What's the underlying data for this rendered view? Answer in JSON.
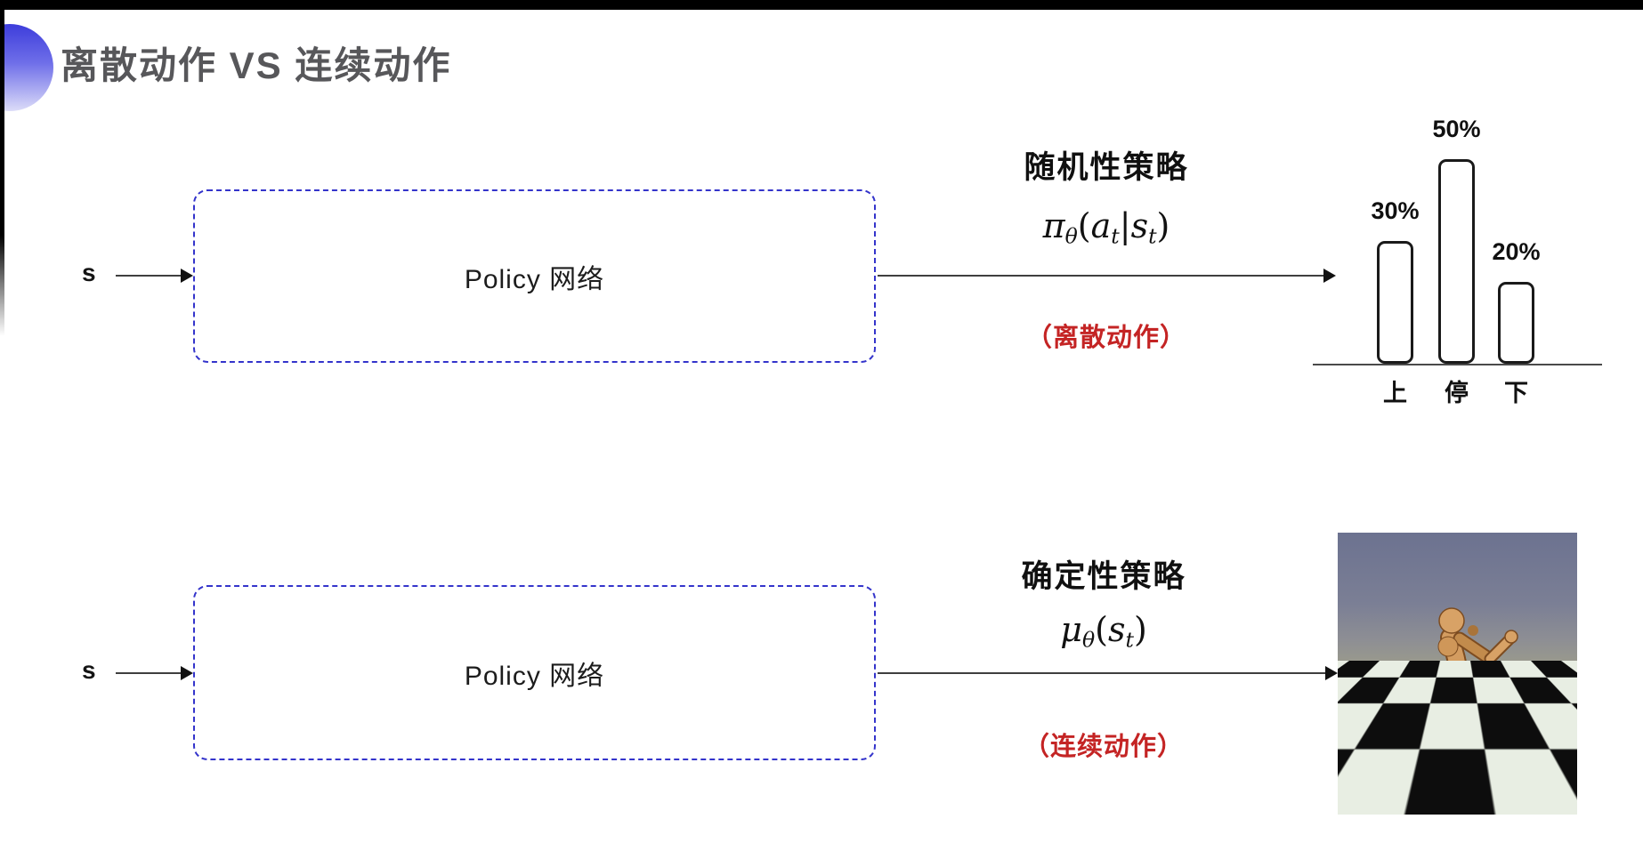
{
  "header": {
    "title": "离散动作 VS 连续动作",
    "accent_color": "#3d3ddb",
    "title_color": "#57575a"
  },
  "colors": {
    "box_dashed_blue": "#3434cb",
    "note_red": "#c42424",
    "arrow": "#3f3f3f",
    "frame_black": "#000000"
  },
  "rows": [
    {
      "input_label": "s",
      "box_label": "Policy 网络",
      "policy_title": "随机性策略",
      "formula": {
        "head": "π",
        "head_sub": "θ",
        "open": "(",
        "arg1": "a",
        "arg1_sub": "t",
        "bar": "|",
        "arg2": "s",
        "arg2_sub": "t",
        "close": ")"
      },
      "note": "（离散动作）"
    },
    {
      "input_label": "s",
      "box_label": "Policy 网络",
      "policy_title": "确定性策略",
      "formula": {
        "head": "μ",
        "head_sub": "θ",
        "open": "(",
        "arg1": "s",
        "arg1_sub": "t",
        "close": ")"
      },
      "note": "（连续动作）"
    }
  ],
  "chart_data": {
    "type": "bar",
    "title": "",
    "categories": [
      "上",
      "停",
      "下"
    ],
    "values": [
      30,
      50,
      20
    ],
    "value_labels": [
      "30%",
      "50%",
      "20%"
    ],
    "ylim": [
      0,
      100
    ],
    "bar_fill": "#ffffff",
    "bar_border": "#1a1a1a",
    "grid": false,
    "legend_position": "none"
  },
  "scene_colors": {
    "sky_top": "#6c7290",
    "sky_horizon": "#99998d",
    "floor_light": "#e8eee3",
    "floor_dark": "#0d0d0d",
    "robot_body": "#d8a266"
  }
}
